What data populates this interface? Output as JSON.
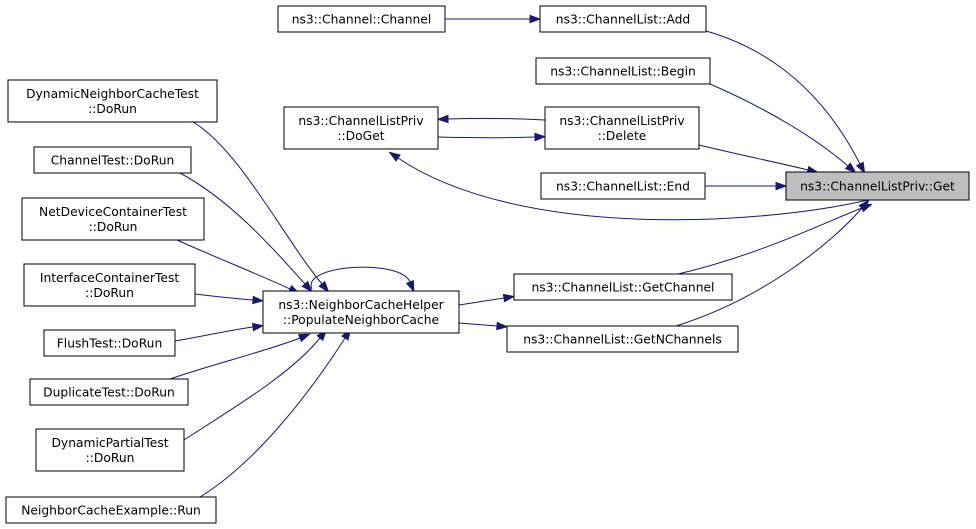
{
  "diagram": {
    "kind": "doxygen caller graph",
    "arrow_color": "#191970",
    "focus_fill": "#bfbfbf",
    "nodes": [
      {
        "id": "get",
        "lines": [
          "ns3::ChannelListPriv::Get"
        ],
        "focus": true
      },
      {
        "id": "channel",
        "lines": [
          "ns3::Channel::Channel"
        ]
      },
      {
        "id": "add",
        "lines": [
          "ns3::ChannelList::Add"
        ]
      },
      {
        "id": "begin",
        "lines": [
          "ns3::ChannelList::Begin"
        ]
      },
      {
        "id": "doget",
        "lines": [
          "ns3::ChannelListPriv",
          "::DoGet"
        ]
      },
      {
        "id": "delete",
        "lines": [
          "ns3::ChannelListPriv",
          "::Delete"
        ]
      },
      {
        "id": "end",
        "lines": [
          "ns3::ChannelList::End"
        ]
      },
      {
        "id": "getchannel",
        "lines": [
          "ns3::ChannelList::GetChannel"
        ]
      },
      {
        "id": "getn",
        "lines": [
          "ns3::ChannelList::GetNChannels"
        ]
      },
      {
        "id": "populate",
        "lines": [
          "ns3::NeighborCacheHelper",
          "::PopulateNeighborCache"
        ]
      },
      {
        "id": "dyncache",
        "lines": [
          "DynamicNeighborCacheTest",
          "::DoRun"
        ]
      },
      {
        "id": "chtest",
        "lines": [
          "ChannelTest::DoRun"
        ]
      },
      {
        "id": "netdev",
        "lines": [
          "NetDeviceContainerTest",
          "::DoRun"
        ]
      },
      {
        "id": "iface",
        "lines": [
          "InterfaceContainerTest",
          "::DoRun"
        ]
      },
      {
        "id": "flush",
        "lines": [
          "FlushTest::DoRun"
        ]
      },
      {
        "id": "dup",
        "lines": [
          "DuplicateTest::DoRun"
        ]
      },
      {
        "id": "dynpart",
        "lines": [
          "DynamicPartialTest",
          "::DoRun"
        ]
      },
      {
        "id": "example",
        "lines": [
          "NeighborCacheExample::Run"
        ]
      }
    ],
    "edges": [
      {
        "from": "channel",
        "to": "add"
      },
      {
        "from": "add",
        "to": "get"
      },
      {
        "from": "begin",
        "to": "get"
      },
      {
        "from": "delete",
        "to": "doget"
      },
      {
        "from": "doget",
        "to": "delete"
      },
      {
        "from": "delete",
        "to": "get"
      },
      {
        "from": "end",
        "to": "get"
      },
      {
        "from": "get",
        "to": "doget"
      },
      {
        "from": "getchannel",
        "to": "get"
      },
      {
        "from": "getn",
        "to": "get"
      },
      {
        "from": "populate",
        "to": "getchannel"
      },
      {
        "from": "populate",
        "to": "getn"
      },
      {
        "from": "populate",
        "to": "populate"
      },
      {
        "from": "dyncache",
        "to": "populate"
      },
      {
        "from": "chtest",
        "to": "populate"
      },
      {
        "from": "netdev",
        "to": "populate"
      },
      {
        "from": "iface",
        "to": "populate"
      },
      {
        "from": "flush",
        "to": "populate"
      },
      {
        "from": "dup",
        "to": "populate"
      },
      {
        "from": "dynpart",
        "to": "populate"
      },
      {
        "from": "example",
        "to": "populate"
      }
    ]
  }
}
